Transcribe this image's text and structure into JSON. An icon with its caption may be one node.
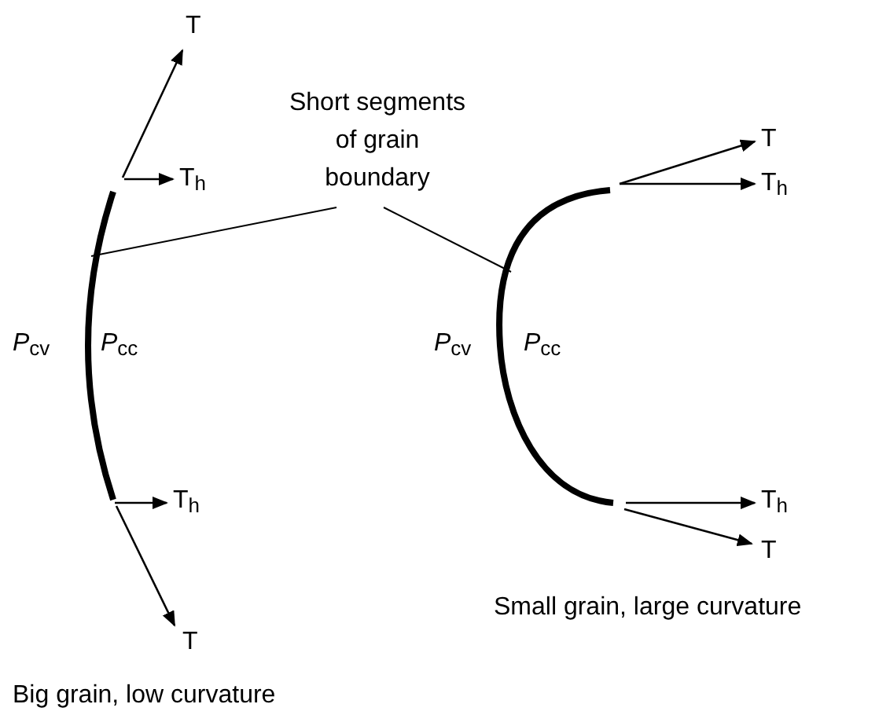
{
  "diagram": {
    "nodes": [
      {
        "text": [
          "Short segments of grain boundary"
        ]
      },
      {
        "text": [],
        "shape": "arc"
      },
      {
        "text": [],
        "shape": "arc"
      }
    ],
    "edges": [
      {
        "from": 0,
        "to": 1,
        "arrow": "none"
      },
      {
        "from": 0,
        "to": 2,
        "arrow": "none"
      }
    ],
    "labels": [
      "T",
      "T",
      "T$_{h}$",
      "T$_{h}$",
      "*P*$_{cv}$",
      "*P*$_{cc}$",
      "*P*$_{cv}$",
      "*P*$_{cc}$",
      "T$_{h}$",
      "T$_{h}$",
      "T",
      "Small grain, large curvature",
      "T",
      "Big grain, low curvature"
    ]
  }
}
